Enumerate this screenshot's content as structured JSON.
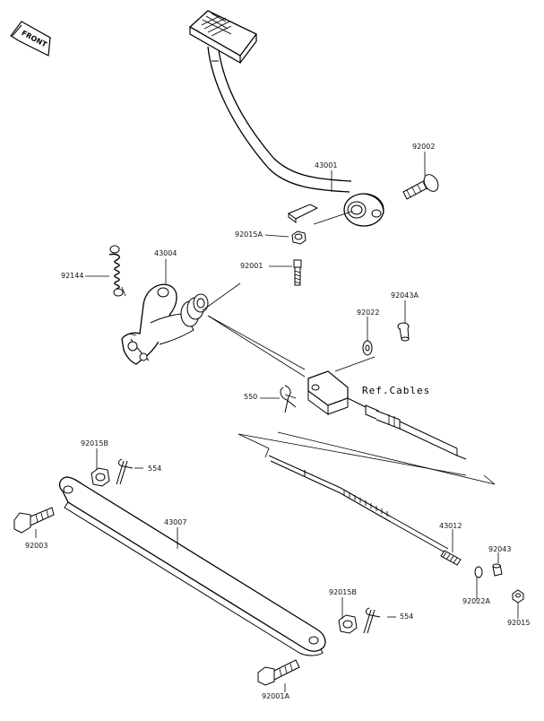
{
  "front_label": "FRONT",
  "ref_label": "Ref.Cables",
  "parts": {
    "p43001": "43001",
    "p92002": "92002",
    "p92015A": "92015A",
    "p43004": "43004",
    "p92001": "92001",
    "p92144": "92144",
    "p92043A": "92043A",
    "p92022": "92022",
    "p550": "550",
    "p92015B_left": "92015B",
    "p554_left": "554",
    "p43007": "43007",
    "p92003": "92003",
    "p43012": "43012",
    "p92043": "92043",
    "p92022A": "92022A",
    "p92015B_right": "92015B",
    "p554_right": "554",
    "p92015": "92015",
    "p92001A": "92001A"
  }
}
